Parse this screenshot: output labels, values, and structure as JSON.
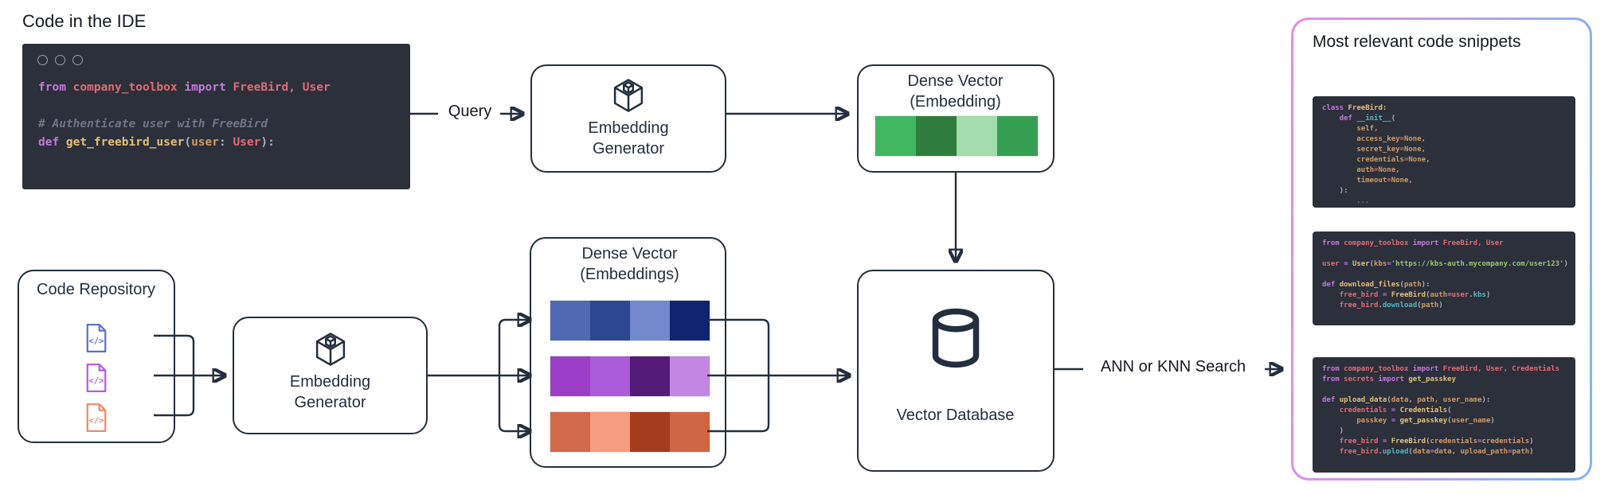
{
  "colors": {
    "stroke": "#232F3E",
    "editor_bg": "#2B303B",
    "panel_border_gradient": [
      "#E98AE8",
      "#7FB5F8"
    ],
    "syntax": {
      "kw": "#C678DD",
      "red": "#E06C75",
      "fn": "#E5C07B",
      "or": "#D19A66",
      "str": "#98C379",
      "bl": "#56B6C2",
      "cm": "#6F7684",
      "pl": "#ABB2BF"
    }
  },
  "ide": {
    "title": "Code in the IDE",
    "code": [
      [
        [
          "kw",
          "from "
        ],
        [
          "red",
          "company_toolbox "
        ],
        [
          "kw",
          "import "
        ],
        [
          "red",
          "FreeBird, User"
        ]
      ],
      [],
      [
        [
          "cm",
          "# Authenticate user with FreeBird"
        ]
      ],
      [
        [
          "kw",
          "def "
        ],
        [
          "fn",
          "get_freebird_user"
        ],
        [
          "pl",
          "("
        ],
        [
          "or",
          "user"
        ],
        [
          "pl",
          ": "
        ],
        [
          "red",
          "User"
        ],
        [
          "pl",
          "):"
        ]
      ]
    ]
  },
  "flow": {
    "query_label": "Query",
    "search_label": "ANN or KNN Search"
  },
  "nodes": {
    "embedding_generator_top": {
      "label": "Embedding Generator"
    },
    "embedding_generator_bottom": {
      "label": "Embedding Generator"
    },
    "dense_vector_query": {
      "label": "Dense Vector (Embedding)",
      "swatches": [
        "#41B660",
        "#2E7D3E",
        "#A3DCAD",
        "#36A052"
      ]
    },
    "dense_vector_corpus": {
      "label": "Dense Vector (Embeddings)",
      "swatch_rows": [
        [
          "#5168B2",
          "#2C4792",
          "#7389CE",
          "#0E2470"
        ],
        [
          "#9C3FC6",
          "#AC5BD9",
          "#541A78",
          "#C287E3"
        ],
        [
          "#D2694A",
          "#F59D7E",
          "#A53C1D",
          "#CE6643"
        ]
      ]
    },
    "vector_database": {
      "label": "Vector Database"
    },
    "code_repository": {
      "label": "Code Repository",
      "file_glyph": "</>",
      "files": [
        {
          "color": "#5B74C4"
        },
        {
          "color": "#B55CE0"
        },
        {
          "color": "#EF8B69"
        }
      ]
    }
  },
  "results_panel": {
    "title": "Most relevant code snippets",
    "blocks": [
      {
        "lines": [
          [
            [
              "kw",
              "class "
            ],
            [
              "fn",
              "FreeBird:"
            ]
          ],
          [
            [
              "pl",
              "    "
            ],
            [
              "kw",
              "def "
            ],
            [
              "bl",
              "__init__"
            ],
            [
              "pl",
              "("
            ]
          ],
          [
            [
              "pl",
              "        "
            ],
            [
              "or",
              "self,"
            ]
          ],
          [
            [
              "pl",
              "        "
            ],
            [
              "or",
              "access_key"
            ],
            [
              "red",
              "="
            ],
            [
              "or",
              "None,"
            ]
          ],
          [
            [
              "pl",
              "        "
            ],
            [
              "or",
              "secret_key"
            ],
            [
              "red",
              "="
            ],
            [
              "or",
              "None,"
            ]
          ],
          [
            [
              "pl",
              "        "
            ],
            [
              "or",
              "credentials"
            ],
            [
              "red",
              "="
            ],
            [
              "or",
              "None,"
            ]
          ],
          [
            [
              "pl",
              "        "
            ],
            [
              "or",
              "auth"
            ],
            [
              "red",
              "="
            ],
            [
              "or",
              "None,"
            ]
          ],
          [
            [
              "pl",
              "        "
            ],
            [
              "or",
              "timeout"
            ],
            [
              "red",
              "="
            ],
            [
              "or",
              "None,"
            ]
          ],
          [
            [
              "pl",
              "    ):"
            ]
          ],
          [
            [
              "pl",
              "        "
            ],
            [
              "cm",
              "..."
            ]
          ]
        ]
      },
      {
        "lines": [
          [
            [
              "kw",
              "from "
            ],
            [
              "red",
              "company_toolbox "
            ],
            [
              "kw",
              "import "
            ],
            [
              "red",
              "FreeBird, User"
            ]
          ],
          [],
          [
            [
              "red",
              "user "
            ],
            [
              "kw",
              "= "
            ],
            [
              "fn",
              "User"
            ],
            [
              "pl",
              "("
            ],
            [
              "or",
              "kbs"
            ],
            [
              "kw",
              "="
            ],
            [
              "str",
              "'https://kbs-auth.mycompany.com/user123'"
            ],
            [
              "pl",
              ")"
            ]
          ],
          [],
          [
            [
              "kw",
              "def "
            ],
            [
              "fn",
              "download_files"
            ],
            [
              "pl",
              "("
            ],
            [
              "or",
              "path"
            ],
            [
              "pl",
              "):"
            ]
          ],
          [
            [
              "pl",
              "    "
            ],
            [
              "red",
              "free_bird "
            ],
            [
              "kw",
              "= "
            ],
            [
              "fn",
              "FreeBird"
            ],
            [
              "pl",
              "("
            ],
            [
              "or",
              "auth"
            ],
            [
              "kw",
              "="
            ],
            [
              "red",
              "user"
            ],
            [
              "pl",
              "."
            ],
            [
              "bl",
              "kbs"
            ],
            [
              "pl",
              ")"
            ]
          ],
          [
            [
              "pl",
              "    "
            ],
            [
              "red",
              "free_bird"
            ],
            [
              "pl",
              "."
            ],
            [
              "bl",
              "download"
            ],
            [
              "pl",
              "("
            ],
            [
              "or",
              "path"
            ],
            [
              "pl",
              ")"
            ]
          ]
        ]
      },
      {
        "lines": [
          [
            [
              "kw",
              "from "
            ],
            [
              "red",
              "company_toolbox "
            ],
            [
              "kw",
              "import "
            ],
            [
              "red",
              "FreeBird, User, Credentials"
            ]
          ],
          [
            [
              "kw",
              "from "
            ],
            [
              "red",
              "secrets "
            ],
            [
              "kw",
              "import "
            ],
            [
              "fn",
              "get_passkey"
            ]
          ],
          [],
          [
            [
              "kw",
              "def "
            ],
            [
              "fn",
              "upload_data"
            ],
            [
              "pl",
              "("
            ],
            [
              "or",
              "data, path, user_name"
            ],
            [
              "pl",
              "):"
            ]
          ],
          [
            [
              "pl",
              "    "
            ],
            [
              "red",
              "credentials "
            ],
            [
              "kw",
              "= "
            ],
            [
              "fn",
              "Credentials"
            ],
            [
              "pl",
              "("
            ]
          ],
          [
            [
              "pl",
              "        "
            ],
            [
              "or",
              "passkey "
            ],
            [
              "kw",
              "= "
            ],
            [
              "fn",
              "get_passkey"
            ],
            [
              "pl",
              "("
            ],
            [
              "or",
              "user_name"
            ],
            [
              "pl",
              ")"
            ]
          ],
          [
            [
              "pl",
              "    )"
            ]
          ],
          [
            [
              "pl",
              "    "
            ],
            [
              "red",
              "free_bird "
            ],
            [
              "kw",
              "= "
            ],
            [
              "fn",
              "FreeBird"
            ],
            [
              "pl",
              "("
            ],
            [
              "or",
              "credentials"
            ],
            [
              "kw",
              "="
            ],
            [
              "or",
              "credentials"
            ],
            [
              "pl",
              ")"
            ]
          ],
          [
            [
              "pl",
              "    "
            ],
            [
              "red",
              "free_bird"
            ],
            [
              "pl",
              "."
            ],
            [
              "bl",
              "upload"
            ],
            [
              "pl",
              "("
            ],
            [
              "or",
              "data"
            ],
            [
              "kw",
              "="
            ],
            [
              "or",
              "data, upload_path"
            ],
            [
              "kw",
              "="
            ],
            [
              "or",
              "path"
            ],
            [
              "pl",
              ")"
            ]
          ]
        ]
      }
    ]
  }
}
